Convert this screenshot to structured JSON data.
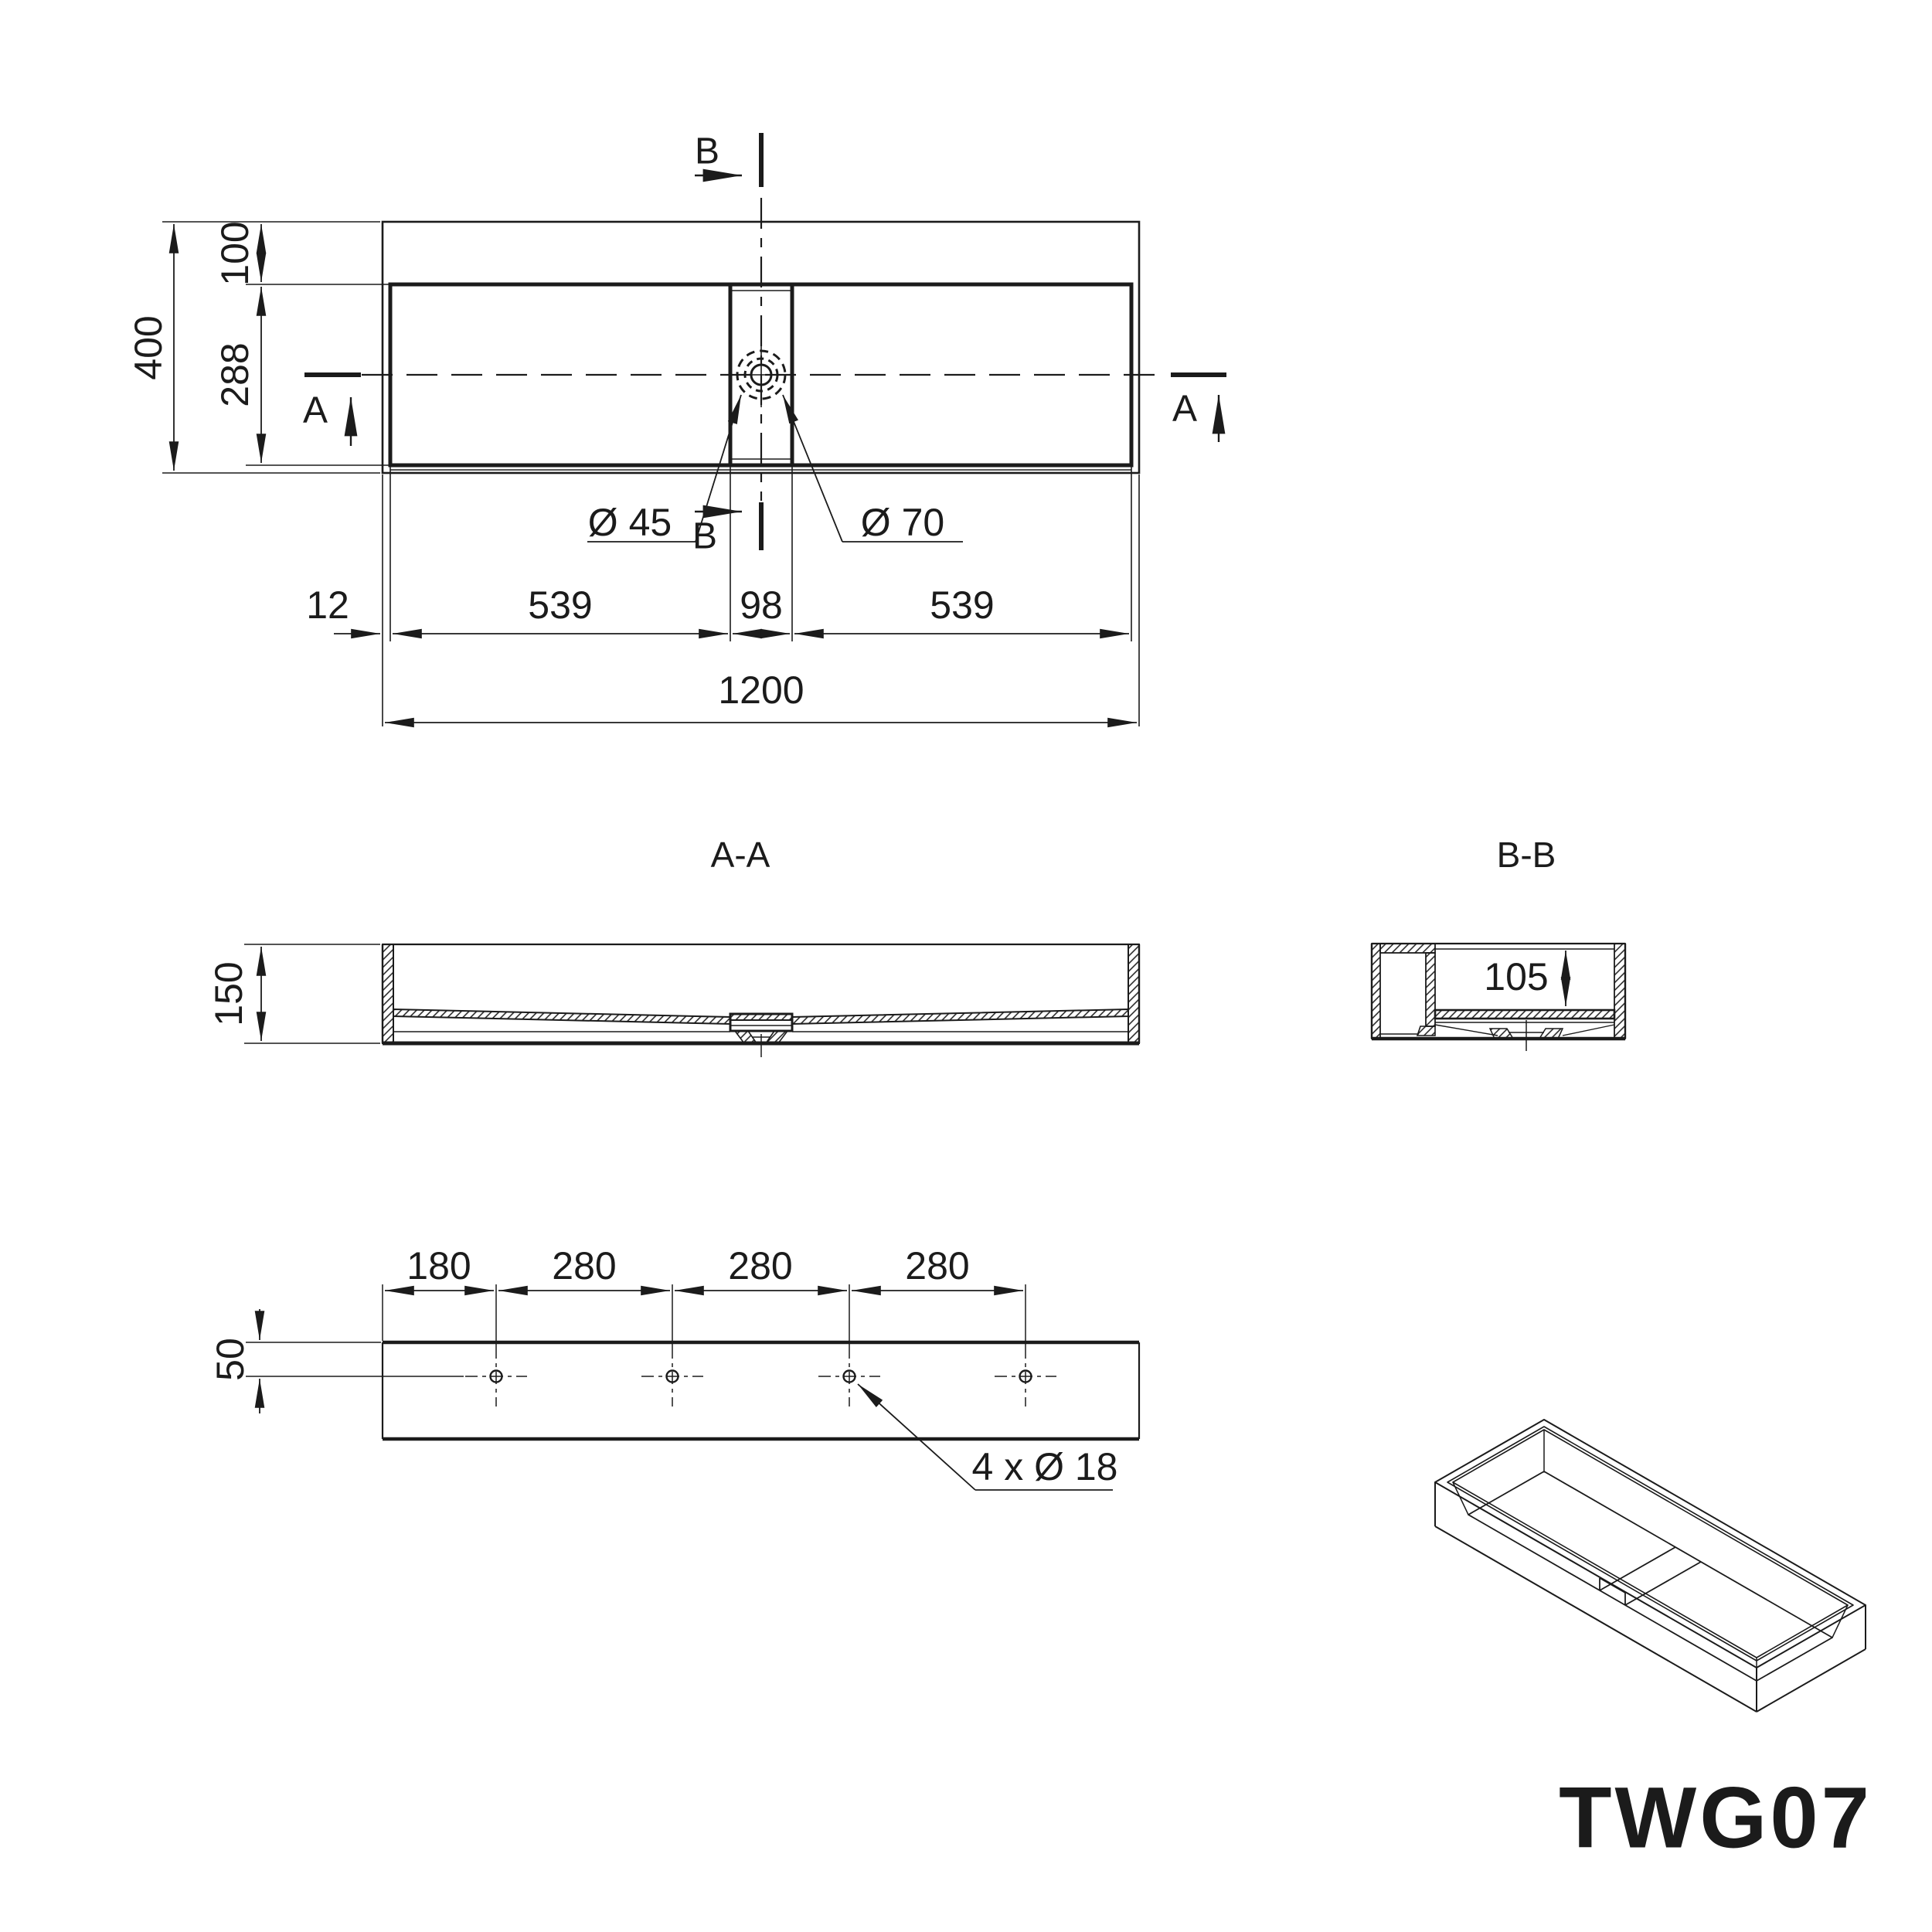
{
  "drawing": {
    "product_code": "TWG07",
    "plan": {
      "marker_a": "A",
      "marker_b": "B",
      "dims": {
        "overall_length": "1200",
        "overall_depth": "400",
        "rim_back": "100",
        "basin_inner_depth": "288",
        "rim_side": "12",
        "basin_left_length": "539",
        "divider_width": "98",
        "basin_right_length": "539"
      },
      "drain": {
        "small": "Ø 45",
        "large": "Ø 70"
      }
    },
    "section_aa": {
      "title": "A-A",
      "height": "150"
    },
    "section_bb": {
      "title": "B-B",
      "inner_depth": "105"
    },
    "rear": {
      "hole_offset": "180",
      "spacings": [
        "280",
        "280",
        "280"
      ],
      "hole_top_offset": "50",
      "holes_label": "4 x Ø 18"
    }
  }
}
